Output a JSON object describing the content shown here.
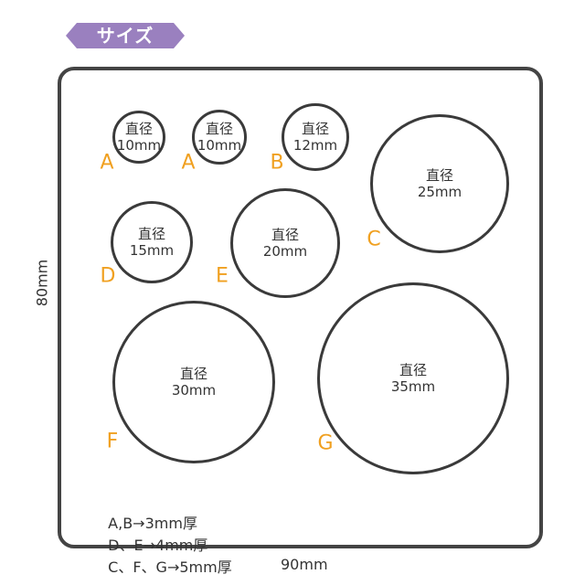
{
  "title": "サイズ",
  "width_label": "90mm",
  "height_label": "80mm",
  "circles": [
    {
      "letter": "A",
      "label": "直径",
      "size": "10mm"
    },
    {
      "letter": "A",
      "label": "直径",
      "size": "10mm"
    },
    {
      "letter": "B",
      "label": "直径",
      "size": "12mm"
    },
    {
      "letter": "C",
      "label": "直径",
      "size": "25mm"
    },
    {
      "letter": "D",
      "label": "直径",
      "size": "15mm"
    },
    {
      "letter": "E",
      "label": "直径",
      "size": "20mm"
    },
    {
      "letter": "F",
      "label": "直径",
      "size": "30mm"
    },
    {
      "letter": "G",
      "label": "直径",
      "size": "35mm"
    }
  ],
  "notes": [
    "A,B→3mm厚",
    "D、E→4mm厚",
    "C、F、G→5mm厚"
  ],
  "colors": {
    "tag": "#9a80bf",
    "letter": "#f0a020",
    "stroke": "#3a3a3a"
  }
}
